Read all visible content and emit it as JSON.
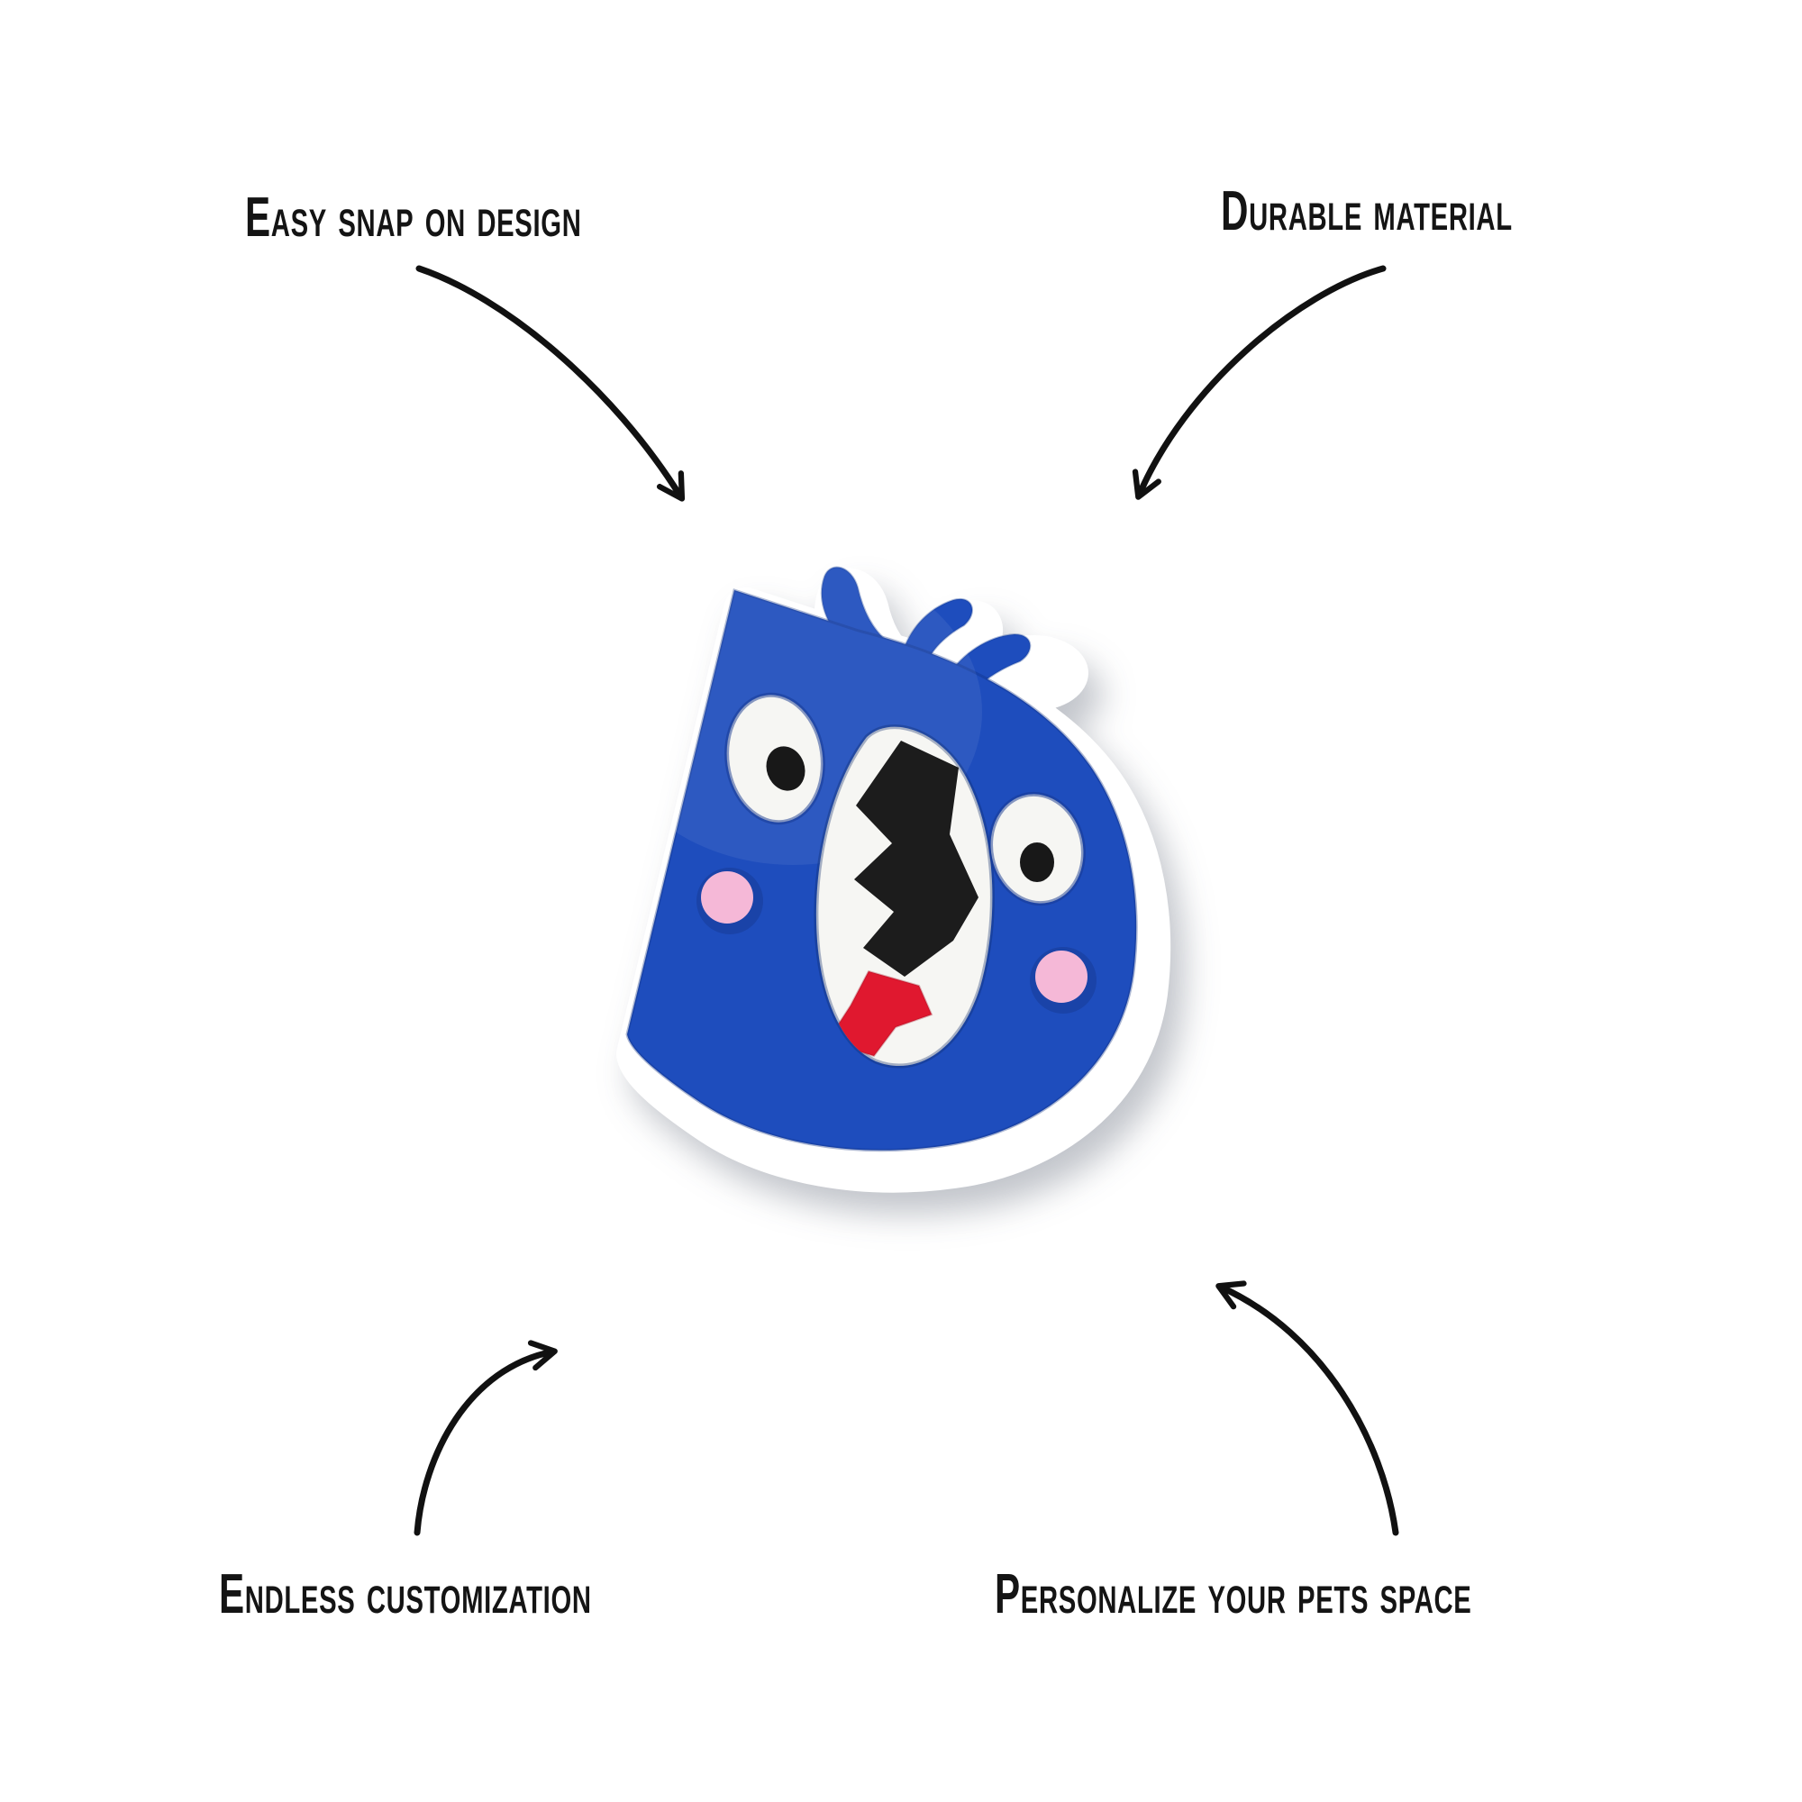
{
  "page": {
    "background_color": "#ffffff",
    "description": "Product infographic of a letter charm with four annotated feature callouts"
  },
  "callouts": {
    "top_left": {
      "label": "Easy snap on design"
    },
    "top_right": {
      "label": "Durable material"
    },
    "bottom_left": {
      "label": "Endless customization"
    },
    "bottom_right": {
      "label": "Personalize your pets space"
    }
  },
  "annotation_style": {
    "arrow_color": "#111111",
    "label_color": "#141414"
  },
  "charm": {
    "letter": "D",
    "style": "blue rubber letter-D charm with cartoon monster face, white backing layer, three hair tufts, googly eyes, pink cheeks, jagged black teeth and red tongue",
    "colors": {
      "body": "#1e4dbd",
      "body_edge": "#123a92",
      "backing": "#ffffff",
      "eye_white": "#f6f6f3",
      "pupil": "#181818",
      "cheek_pink": "#f5b8d7",
      "cheek_inset": "#16388f",
      "mouth_bg": "#f6f6f3",
      "teeth_black": "#1c1c1c",
      "tongue_red": "#e0182f"
    }
  }
}
